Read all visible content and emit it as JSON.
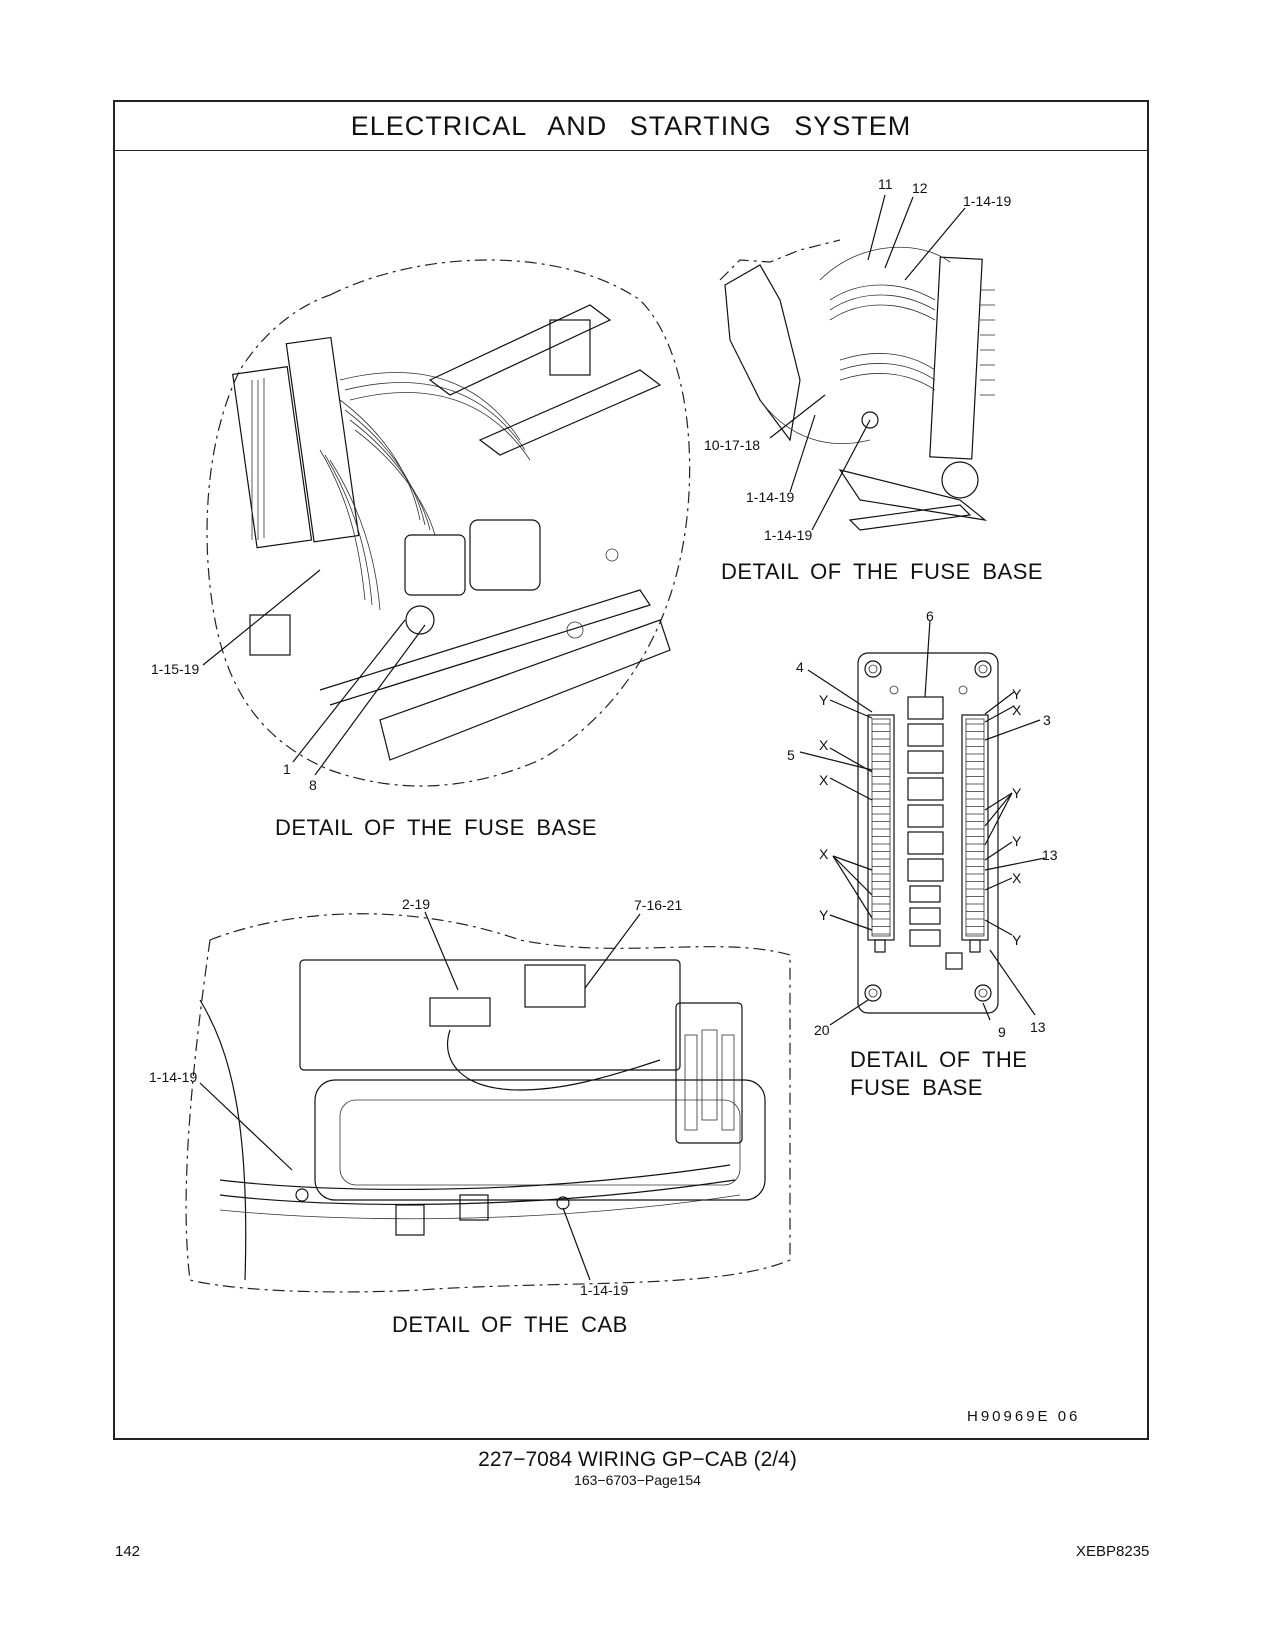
{
  "header": {
    "title": "ELECTRICAL AND STARTING SYSTEM"
  },
  "views": {
    "top_left_caption": "DETAIL OF THE FUSE BASE",
    "top_right_caption": "DETAIL OF THE FUSE BASE",
    "fuse_base_caption_line1": "DETAIL OF THE",
    "fuse_base_caption_line2": "FUSE BASE",
    "cab_caption": "DETAIL OF THE CAB"
  },
  "callouts": {
    "c11": "11",
    "c12": "12",
    "c1_14_19_a": "1-14-19",
    "c10_17_18": "10-17-18",
    "c1_14_19_b": "1-14-19",
    "c1_14_19_c": "1-14-19",
    "c1_15_19": "1-15-19",
    "c1": "1",
    "c8": "8",
    "c6": "6",
    "c4": "4",
    "y_a": "Y",
    "c5": "5",
    "x_a": "X",
    "x_b": "X",
    "x_c": "X",
    "y_b": "Y",
    "c20": "20",
    "y_c": "Y",
    "x_d": "X",
    "c3": "3",
    "y_d": "Y",
    "y_e": "Y",
    "c13_a": "13",
    "x_e": "X",
    "y_f": "Y",
    "c9": "9",
    "c13_b": "13",
    "c2_19": "2-19",
    "c7_16_21": "7-16-21",
    "c1_14_19_d": "1-14-19",
    "c1_14_19_e": "1-14-19"
  },
  "figure_code": "H90969E   06",
  "footer": {
    "part_title": "227−7084  WIRING  GP−CAB (2/4)",
    "part_ref": "163−6703−Page154",
    "page_number": "142",
    "doc_id": "XEBP8235"
  }
}
